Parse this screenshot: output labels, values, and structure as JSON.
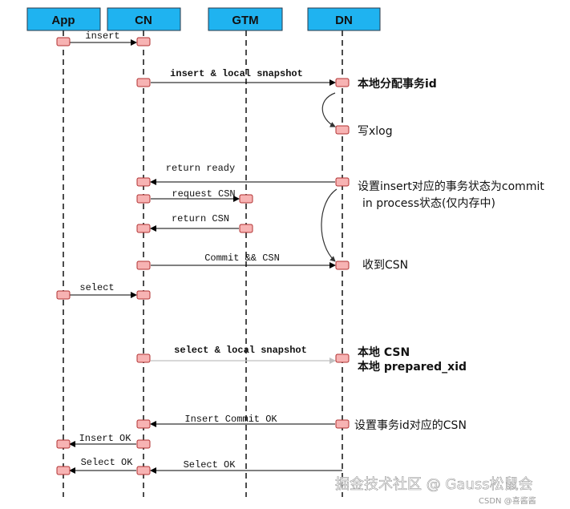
{
  "participants": {
    "app": "App",
    "cn": "CN",
    "gtm": "GTM",
    "dn": "DN"
  },
  "messages": {
    "insert": "insert",
    "insert_local_snapshot": "insert & local snapshot",
    "return_ready": "return ready",
    "request_csn": "request CSN",
    "return_csn": "return CSN",
    "commit_csn": "Commit && CSN",
    "select": "select",
    "select_local_snapshot": "select & local snapshot",
    "insert_commit_ok": "Insert Commit OK",
    "insert_ok": "Insert OK",
    "select_ok_app": "Select OK",
    "select_ok_cn": "Select OK"
  },
  "notes": {
    "local_txid": "本地分配事务id",
    "write_xlog": "写xlog",
    "set_state_line1": "设置insert对应的事务状态为commit",
    "set_state_line2": "in process状态(仅内存中)",
    "received_csn": "收到CSN",
    "local_csn": "本地 CSN",
    "local_prepared_xid": "本地 prepared_xid",
    "set_txid_csn": "设置事务id对应的CSN"
  },
  "watermark": {
    "main": "掘金技术社区 @ Gauss松鼠会",
    "sub": "CSDN @喜酱酱"
  },
  "colors": {
    "participant_fill": "#1fb3f0",
    "activation_fill": "#f7b3b3",
    "activation_stroke": "#b03030"
  }
}
